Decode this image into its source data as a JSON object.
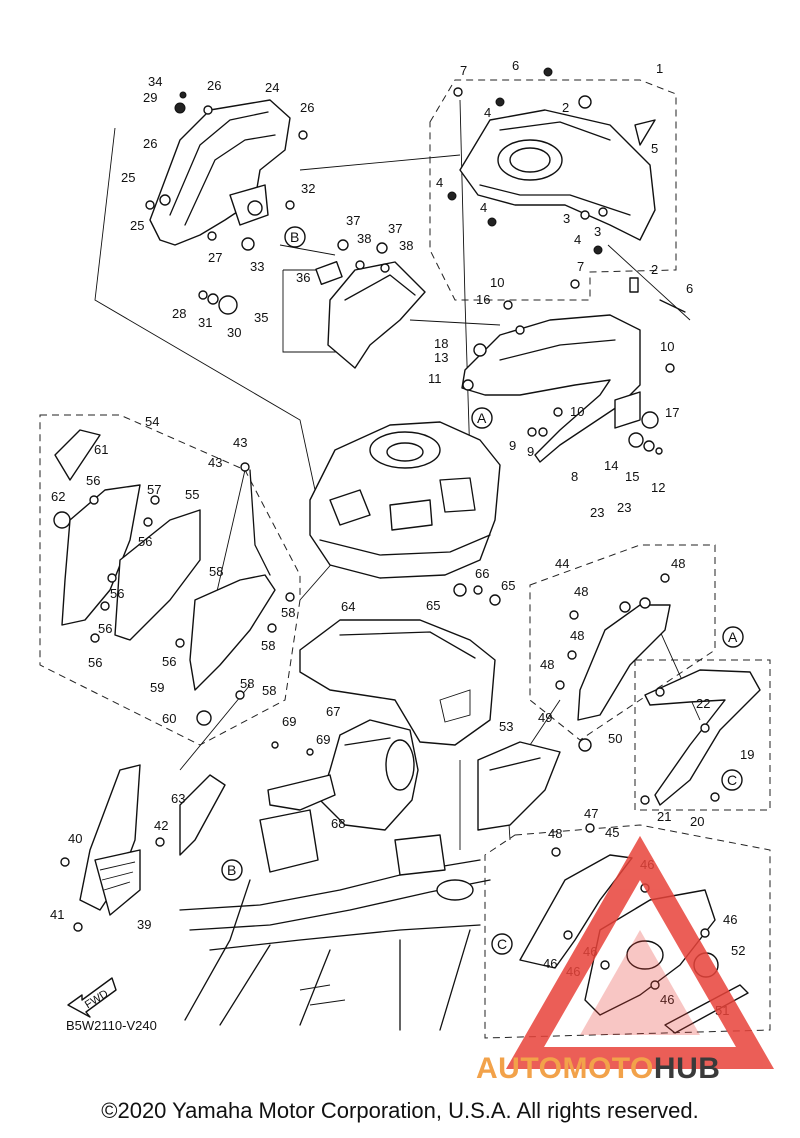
{
  "diagram": {
    "code": "B5W2110-V240",
    "fwd_label": "FWD",
    "callouts": [
      "A",
      "B",
      "C"
    ],
    "part_numbers": [
      "1",
      "2",
      "3",
      "4",
      "5",
      "6",
      "7",
      "8",
      "9",
      "10",
      "11",
      "12",
      "13",
      "14",
      "15",
      "16",
      "17",
      "18",
      "19",
      "20",
      "21",
      "22",
      "23",
      "24",
      "25",
      "26",
      "27",
      "28",
      "29",
      "30",
      "31",
      "32",
      "33",
      "34",
      "35",
      "36",
      "37",
      "38",
      "39",
      "40",
      "41",
      "42",
      "43",
      "44",
      "45",
      "46",
      "47",
      "48",
      "49",
      "50",
      "51",
      "52",
      "53",
      "54",
      "55",
      "56",
      "57",
      "58",
      "59",
      "60",
      "61",
      "62",
      "63",
      "64",
      "65",
      "66",
      "67",
      "68",
      "69"
    ]
  },
  "watermark": {
    "brand_part1": "AUTOMOTO",
    "brand_part2": "HUB",
    "colors": {
      "accent": "#f2a24a",
      "logo_red": "#e8433a",
      "dark": "#3a3a3a"
    }
  },
  "footer": {
    "copyright": "©2020 Yamaha Motor Corporation, U.S.A. All rights reserved."
  }
}
